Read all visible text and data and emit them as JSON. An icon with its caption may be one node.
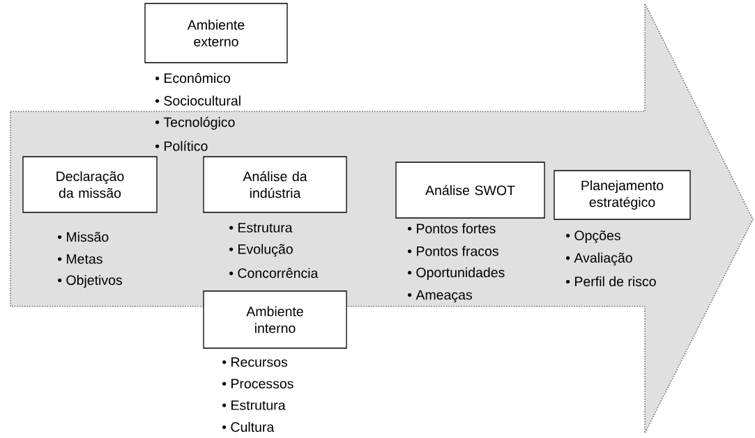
{
  "diagram": {
    "nodes": [
      {
        "text": [],
        "shape": "arrow"
      },
      {
        "text": [
          "Ambiente externo"
        ],
        "beside": [
          "• Econômico",
          "• Sociocultural",
          "• Tecnológico",
          "• Político"
        ]
      },
      {
        "text": [
          "Declaração da missão"
        ],
        "in": 0,
        "beside": [
          "• Missão",
          "• Metas",
          "• Objetivos"
        ]
      },
      {
        "text": [
          "Análise da indústria"
        ],
        "in": 0,
        "beside": [
          "• Estrutura",
          "• Evolução",
          "• Concorrência"
        ]
      },
      {
        "text": [
          "Ambiente interno"
        ],
        "beside": [
          "• Recursos",
          "• Processos",
          "• Estrutura",
          "• Cultura"
        ]
      },
      {
        "text": [
          "Análise SWOT"
        ],
        "in": 0,
        "beside": [
          "• Pontos fortes",
          "• Pontos fracos",
          "• Oportunidades",
          "• Ameaças"
        ]
      },
      {
        "text": [
          "Planejamento estratégico"
        ],
        "in": 0,
        "beside": [
          "• Opções",
          "• Avaliação",
          "• Perfil de risco"
        ]
      }
    ]
  }
}
